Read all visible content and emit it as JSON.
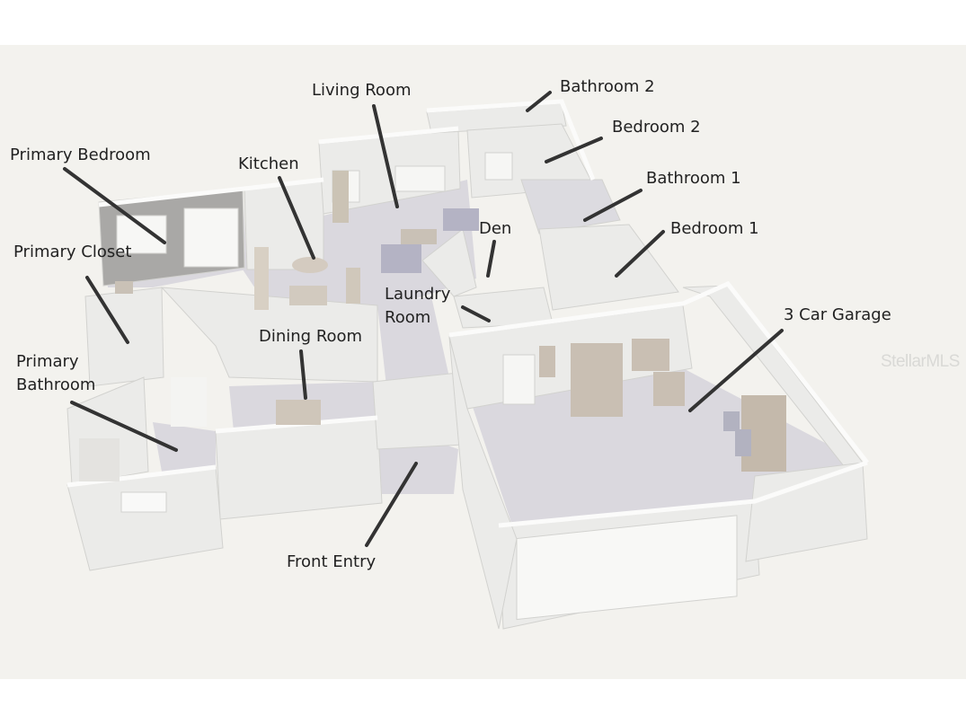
{
  "watermark": "StellarMLS",
  "labels": {
    "living_room": "Living Room",
    "bathroom_2": "Bathroom 2",
    "bedroom_2": "Bedroom 2",
    "primary_bedroom": "Primary Bedroom",
    "kitchen": "Kitchen",
    "bathroom_1": "Bathroom 1",
    "den": "Den",
    "bedroom_1": "Bedroom 1",
    "primary_closet": "Primary Closet",
    "laundry_room": "Laundry\nRoom",
    "three_car_garage": "3 Car Garage",
    "dining_room": "Dining Room",
    "primary_bathroom": "Primary\nBathroom",
    "front_entry": "Front Entry"
  },
  "colors": {
    "background": "#f3f2ee",
    "floor": "#d8d6dc",
    "wall": "#e9e9e7",
    "wall_top": "#f7f7f6",
    "furniture": "#c9c1b6",
    "leader_line": "#333333"
  }
}
